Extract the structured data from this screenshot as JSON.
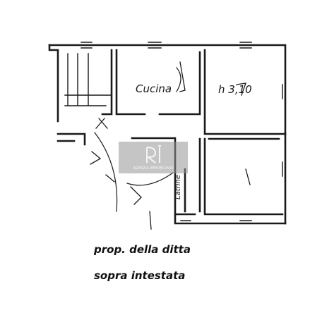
{
  "rooms": {
    "kitchen": "Cucina",
    "living": "h 3,10",
    "toilet": "Latrine"
  },
  "caption": {
    "line1": "prop. della ditta",
    "line2": "sopra intestata"
  },
  "watermark": {
    "brand_text": "AGENZIA IMMOBILIARE"
  },
  "colors": {
    "ink": "#1a1a1a",
    "paper": "#ffffff",
    "watermark": "#969696"
  }
}
